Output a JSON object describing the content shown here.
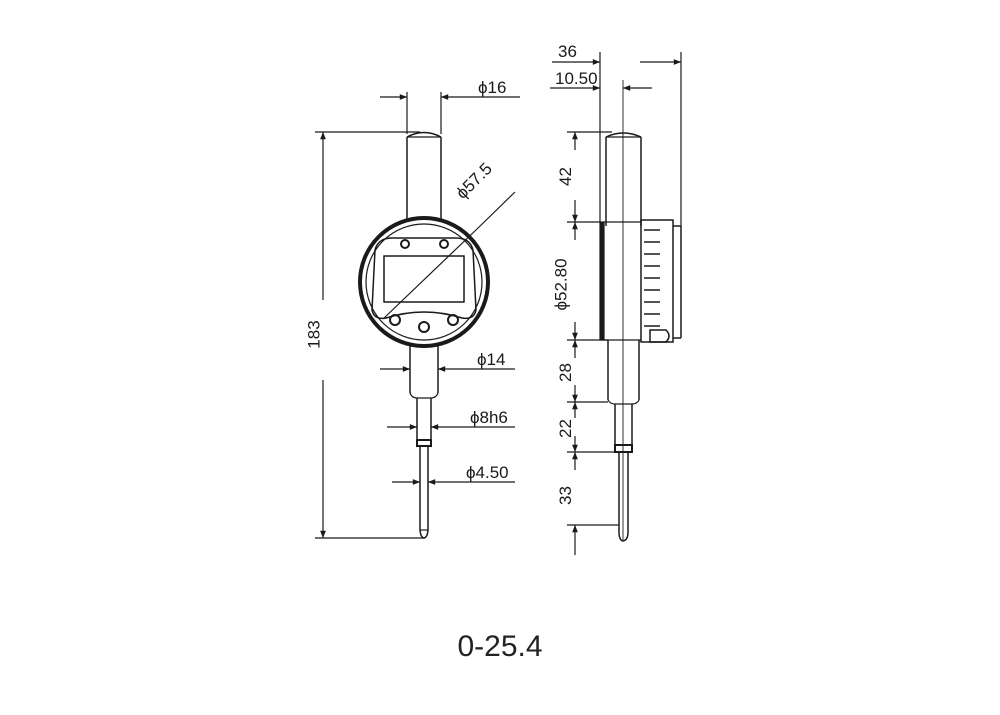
{
  "caption": "0-25.4",
  "front_view": {
    "dims": {
      "stem_top_diameter": "ϕ16",
      "body_diameter": "ϕ57.5",
      "lower_stem_diameter": "ϕ14",
      "mount_diameter": "ϕ8h6",
      "probe_diameter": "ϕ4.50",
      "overall_height": "183"
    }
  },
  "side_view": {
    "dims": {
      "overall_depth": "36",
      "back_offset": "10.50",
      "top_stem_length": "42",
      "body_height": "ϕ52.80",
      "lower_stem_length": "28",
      "mount_length": "22",
      "probe_length": "33"
    }
  },
  "colors": {
    "line": "#1a1a1a",
    "background": "#ffffff"
  }
}
